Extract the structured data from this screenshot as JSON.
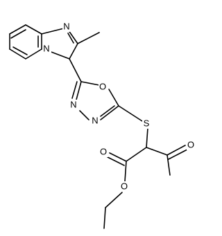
{
  "atom_labels": {
    "n_imidazole": "N",
    "n_bridge": "N",
    "o_oxadiazole": "O",
    "n_oxadiazole_1": "N",
    "n_oxadiazole_2": "N",
    "s_thioether": "S",
    "o_ester_carbonyl": "O",
    "o_ketone": "O",
    "o_ester_alkoxy": "O"
  }
}
